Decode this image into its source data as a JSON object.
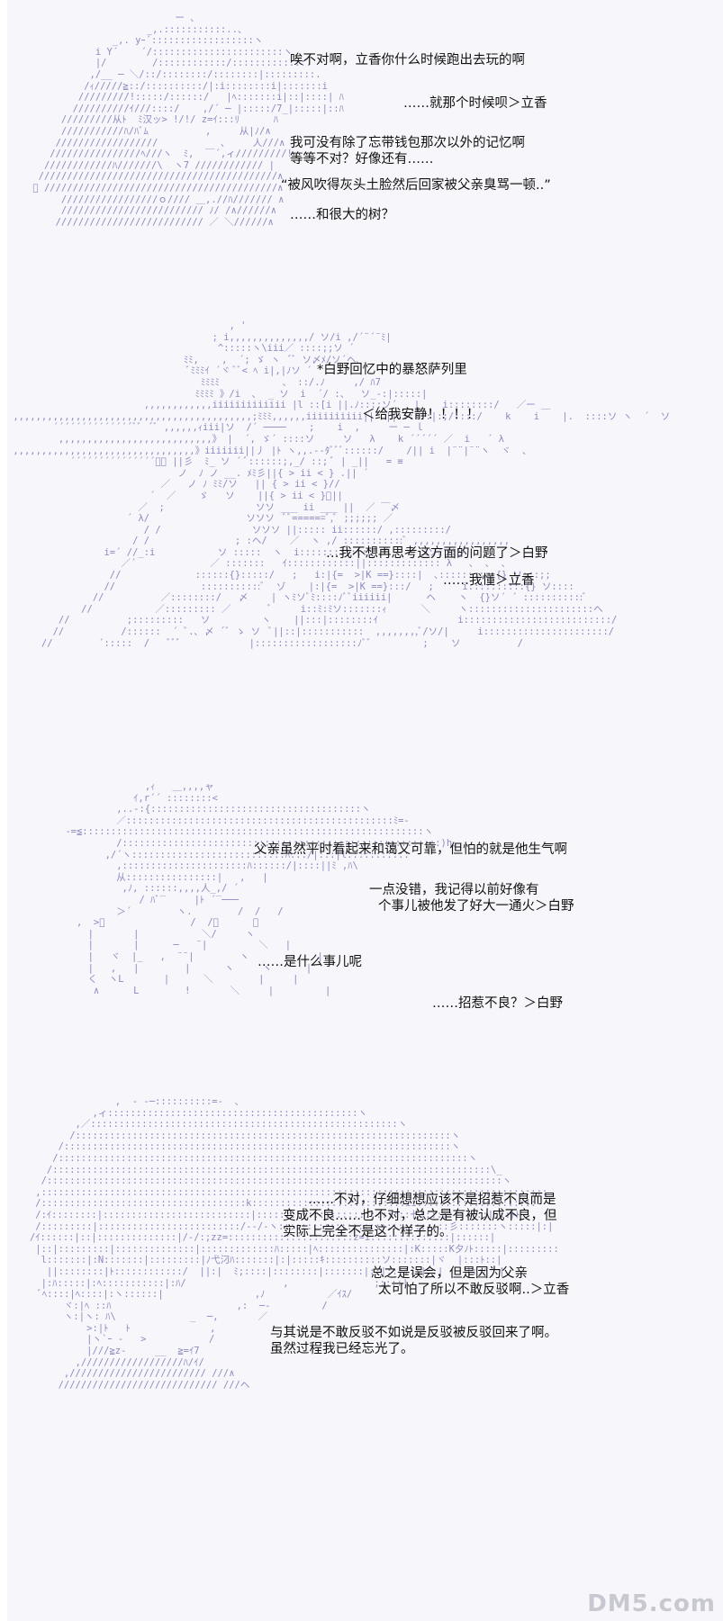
{
  "panels": [
    {
      "lines": [
        "唉不对啊，立香你什么时候跑出去玩的啊",
        "……就那个时候呗＞立香",
        "我可没有除了忘带钱包那次以外的记忆啊",
        "等等不对？好像还有……",
        "“被风吹得灰头土脸然后回家被父亲臭骂一顿..”",
        "……和很大的树？"
      ]
    },
    {
      "lines": [
        "*白野回忆中的暴怒萨列里",
        "＜给我安静！！！！",
        "…我不想再思考这方面的问题了＞白野",
        "……我懂＞立香"
      ]
    },
    {
      "lines": [
        "父亲虽然平时看起来和蔼又可靠，但怕的就是他生气啊",
        "一点没错，我记得以前好像有",
        "个事儿被他发了好大一通火＞白野",
        "……是什么事儿呢",
        "……招惹不良？＞白野"
      ]
    },
    {
      "lines": [
        "……不对，仔细想想应该不是招惹不良而是",
        "变成不良……也不对，总之是有被认成不良，但",
        "实际上完全不是这个样子的。",
        "总之是误会，但是因为父亲",
        "太可怕了所以不敢反驳啊..＞立香",
        "与其说是不敢反驳不如说是反驳被反驳回来了啊。",
        "虽然过程我已经忘光了。"
      ]
    }
  ],
  "watermark": "DM5.com"
}
